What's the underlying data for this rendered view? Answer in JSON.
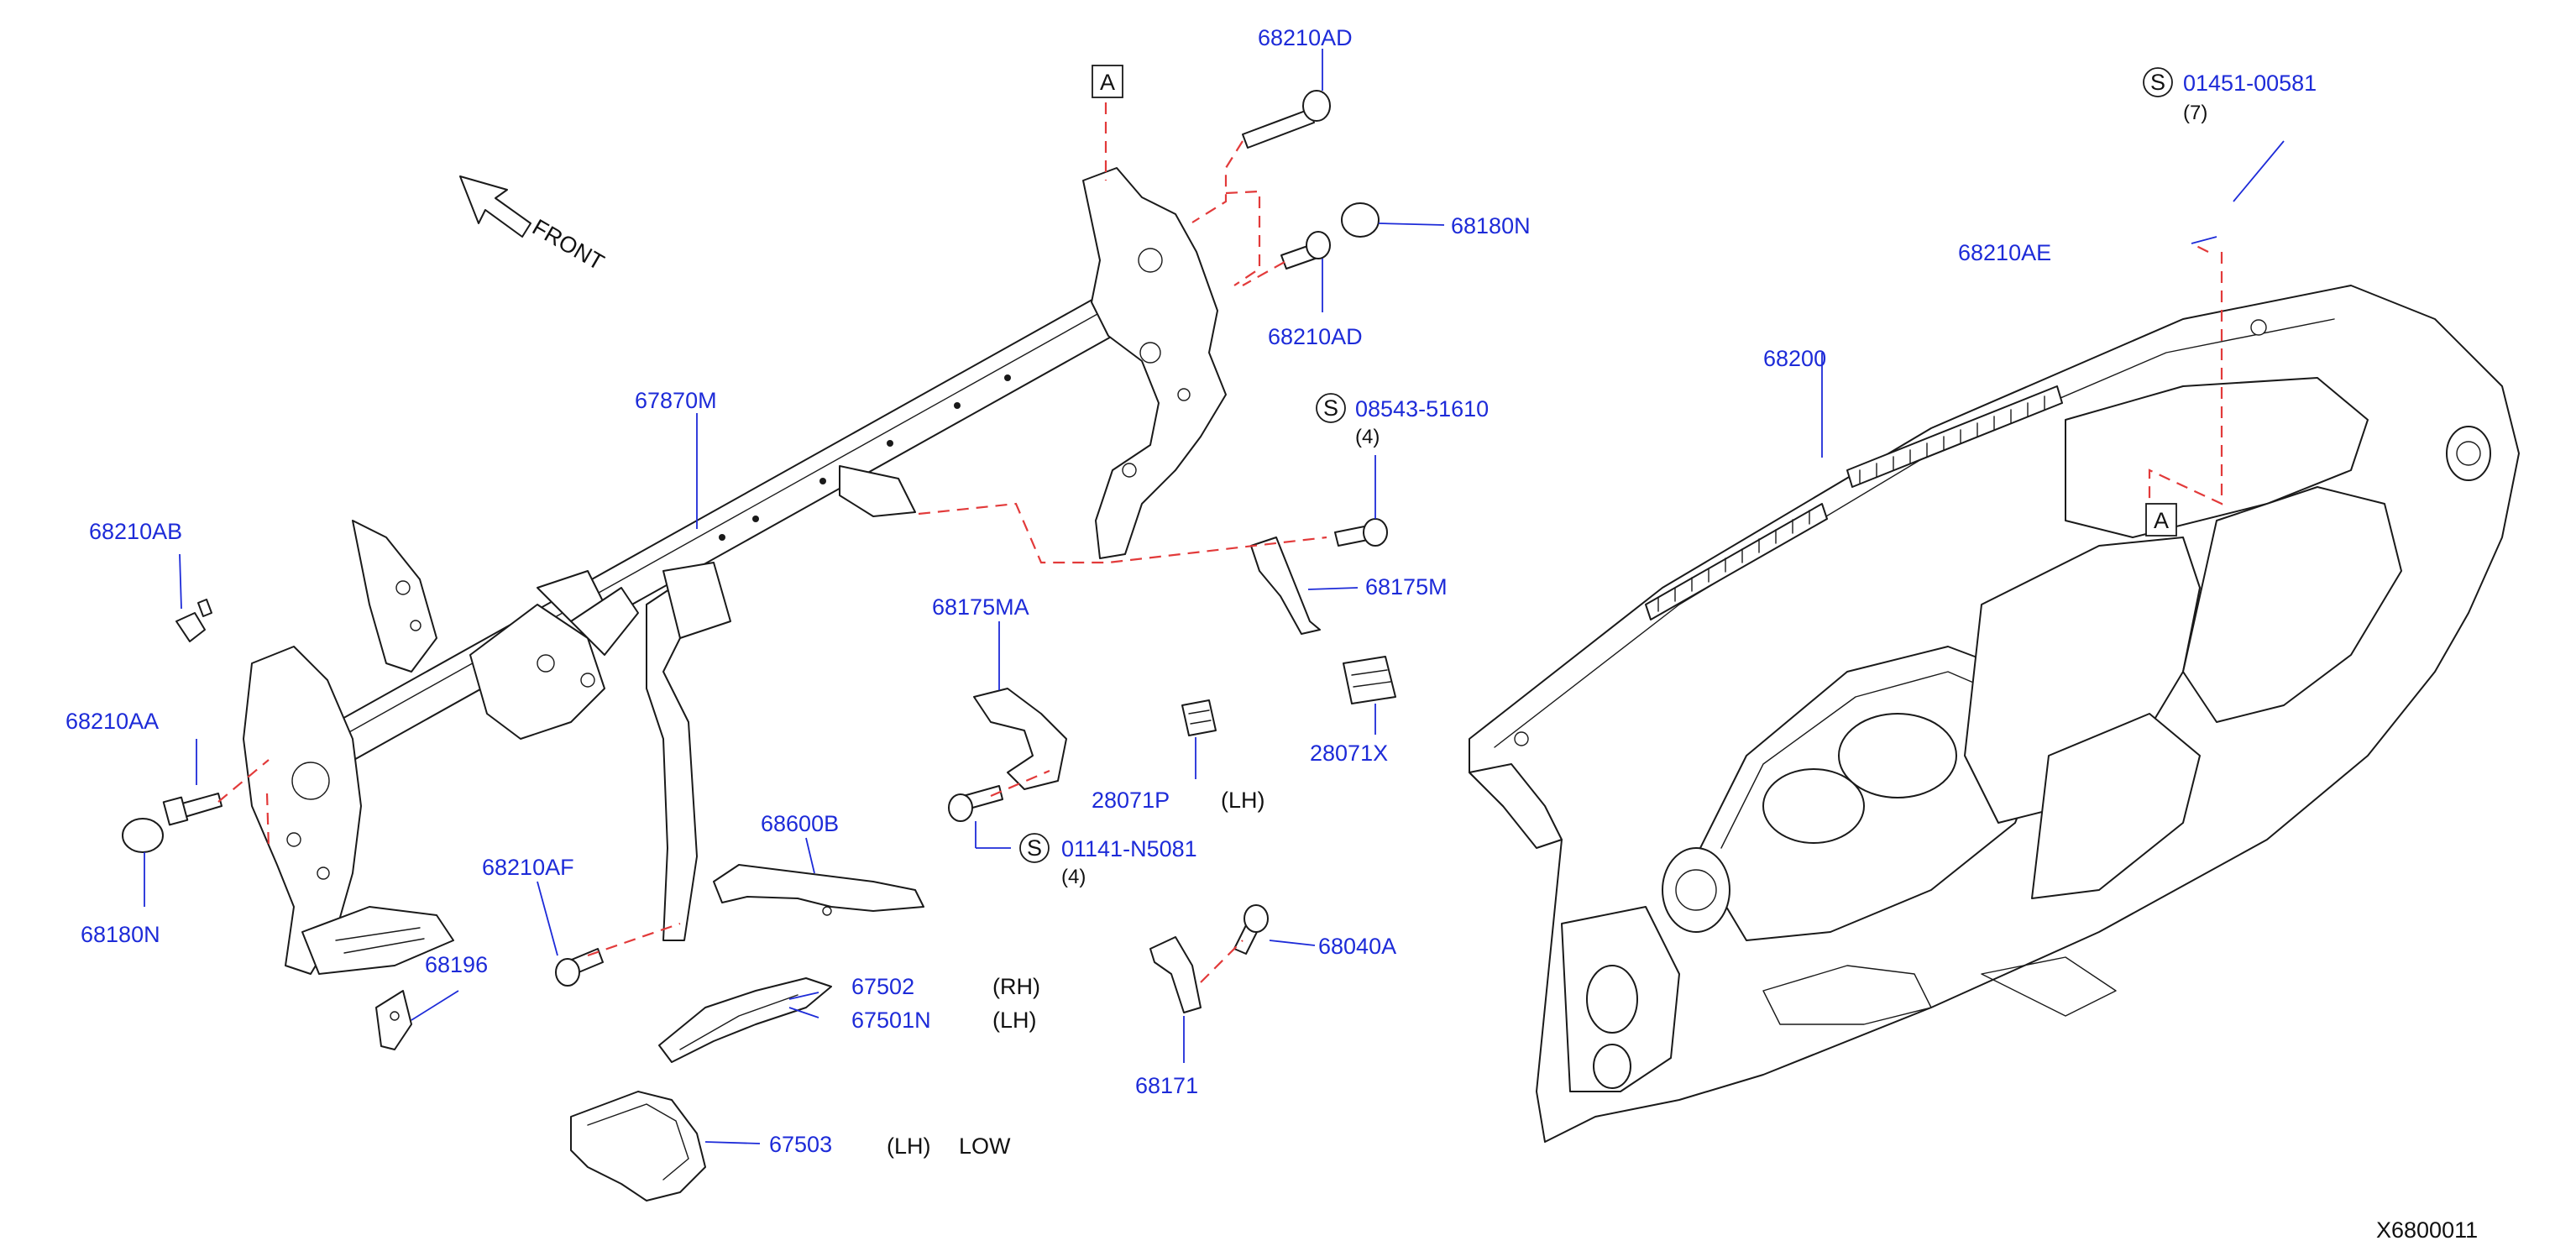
{
  "labels": {
    "p68210AD_top": "68210AD",
    "p68210AD_mid": "68210AD",
    "p68180N_top": "68180N",
    "p68180N_left": "68180N",
    "p67870M": "67870M",
    "p68210AB": "68210AB",
    "p68210AA": "68210AA",
    "p68210AF": "68210AF",
    "p68196": "68196",
    "p68600B": "68600B",
    "p67502": "67502",
    "p67501N": "67501N",
    "p67503": "67503",
    "p68175MA": "68175MA",
    "p28071P": "28071P",
    "p28071X": "28071X",
    "p68175M": "68175M",
    "p68040A": "68040A",
    "p68171": "68171",
    "p68210AE": "68210AE",
    "p68200": "68200"
  },
  "std_parts": {
    "s01451": {
      "symbol": "S",
      "code": "01451-00581",
      "qty": "(7)"
    },
    "s08543": {
      "symbol": "S",
      "code": "08543-51610",
      "qty": "(4)"
    },
    "s01141": {
      "symbol": "S",
      "code": "01141-N5081",
      "qty": "(4)"
    }
  },
  "notes": {
    "rh": "(RH)",
    "lh_67501N": "(LH)",
    "lh_28071P": "(LH)",
    "lh_67503": "(LH)",
    "low": "LOW"
  },
  "refs": {
    "a_top": "A",
    "a_right": "A"
  },
  "front_label": "FRONT",
  "diagram_code": "X6800011",
  "colors": {
    "part_number": "#1d2bd8",
    "dashed_connector": "#e23a3a",
    "line_art": "#1a1a1a"
  }
}
